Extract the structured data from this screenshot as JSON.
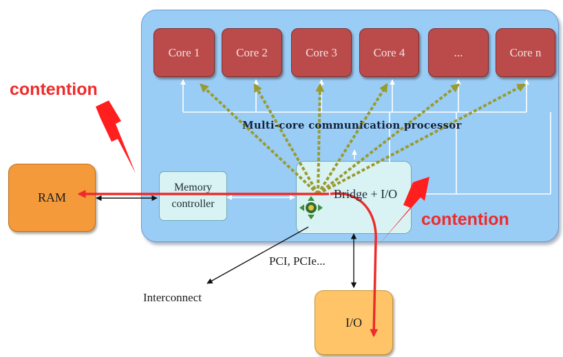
{
  "diagram": {
    "processor_label": "Multi-core communication processor",
    "cores": [
      "Core 1",
      "Core 2",
      "Core 3",
      "Core 4",
      "...",
      "Core n"
    ],
    "memory_controller": [
      "Memory",
      "controller"
    ],
    "bridge_label": "Bridge + I/O",
    "ram_label": "RAM",
    "io_label": "I/O",
    "bus_label": "PCI, PCIe...",
    "interconnect_label": "Interconnect",
    "contention_left": "contention",
    "contention_right": "contention"
  },
  "colors": {
    "processor_fill": "#99cdf6",
    "core_fill": "#bb4b4b",
    "ram_fill": "#f59a3a",
    "io_fill": "#ffc468",
    "controller_fill": "#d9f3f4",
    "contention": "#ee2b2b",
    "core_link": "#8a8f3a"
  }
}
